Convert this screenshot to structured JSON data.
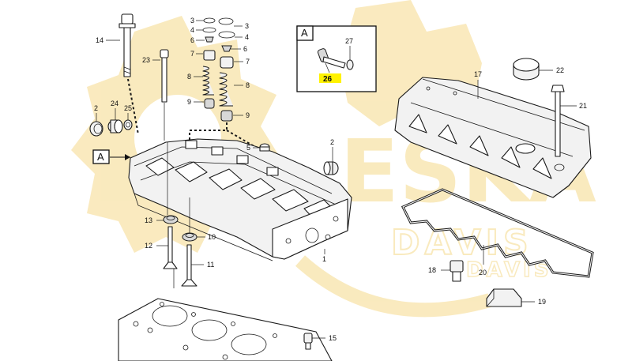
{
  "watermark": {
    "brand_text": "ESKA",
    "sub_text": "DAVIS",
    "color": "#f5d98a"
  },
  "detail_box": {
    "label": "A",
    "parts": [
      "27",
      "26"
    ]
  },
  "view_marker": {
    "label": "A"
  },
  "highlight": {
    "part": "26",
    "color": "#fff200"
  },
  "callouts": [
    {
      "id": "c14",
      "text": "14"
    },
    {
      "id": "c23",
      "text": "23"
    },
    {
      "id": "c3a",
      "text": "3"
    },
    {
      "id": "c4a",
      "text": "4"
    },
    {
      "id": "c6a",
      "text": "6"
    },
    {
      "id": "c7a",
      "text": "7"
    },
    {
      "id": "c8a",
      "text": "8"
    },
    {
      "id": "c9a",
      "text": "9"
    },
    {
      "id": "c3b",
      "text": "3"
    },
    {
      "id": "c4b",
      "text": "4"
    },
    {
      "id": "c6b",
      "text": "6"
    },
    {
      "id": "c7b",
      "text": "7"
    },
    {
      "id": "c8b",
      "text": "8"
    },
    {
      "id": "c9b",
      "text": "9"
    },
    {
      "id": "c2a",
      "text": "2"
    },
    {
      "id": "c24",
      "text": "24"
    },
    {
      "id": "c25",
      "text": "25"
    },
    {
      "id": "c5",
      "text": "5"
    },
    {
      "id": "c2b",
      "text": "2"
    },
    {
      "id": "c13",
      "text": "13"
    },
    {
      "id": "c10",
      "text": "10"
    },
    {
      "id": "c12",
      "text": "12"
    },
    {
      "id": "c11",
      "text": "11"
    },
    {
      "id": "c1",
      "text": "1"
    },
    {
      "id": "c15",
      "text": "15"
    },
    {
      "id": "c17",
      "text": "17"
    },
    {
      "id": "c22",
      "text": "22"
    },
    {
      "id": "c21",
      "text": "21"
    },
    {
      "id": "c18",
      "text": "18"
    },
    {
      "id": "c20",
      "text": "20"
    },
    {
      "id": "c19",
      "text": "19"
    }
  ]
}
